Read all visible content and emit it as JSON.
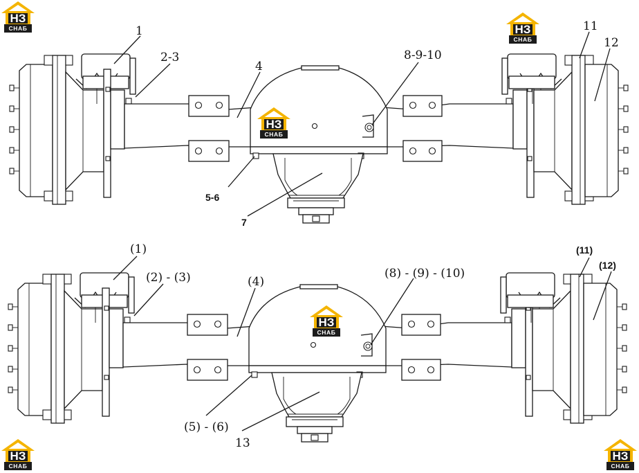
{
  "brand": {
    "mark": "НЗ",
    "name": "СНАБ",
    "colors": {
      "roof": "#f4b400",
      "box": "#1c1c1c",
      "text": "#ffffff"
    }
  },
  "diagram_top": {
    "labels": {
      "l1": "1",
      "l2_3": "2-3",
      "l4": "4",
      "l8_9_10": "8-9-10",
      "l11": "11",
      "l12": "12",
      "l5_6": "5-6",
      "l7": "7"
    }
  },
  "diagram_bottom": {
    "labels": {
      "l1": "(1)",
      "l2_3": "(2) - (3)",
      "l4": "(4)",
      "l8_9_10": "(8) - (9) - (10)",
      "l11": "(11)",
      "l12": "(12)",
      "l5_6": "(5) - (6)",
      "l13": "13"
    }
  }
}
